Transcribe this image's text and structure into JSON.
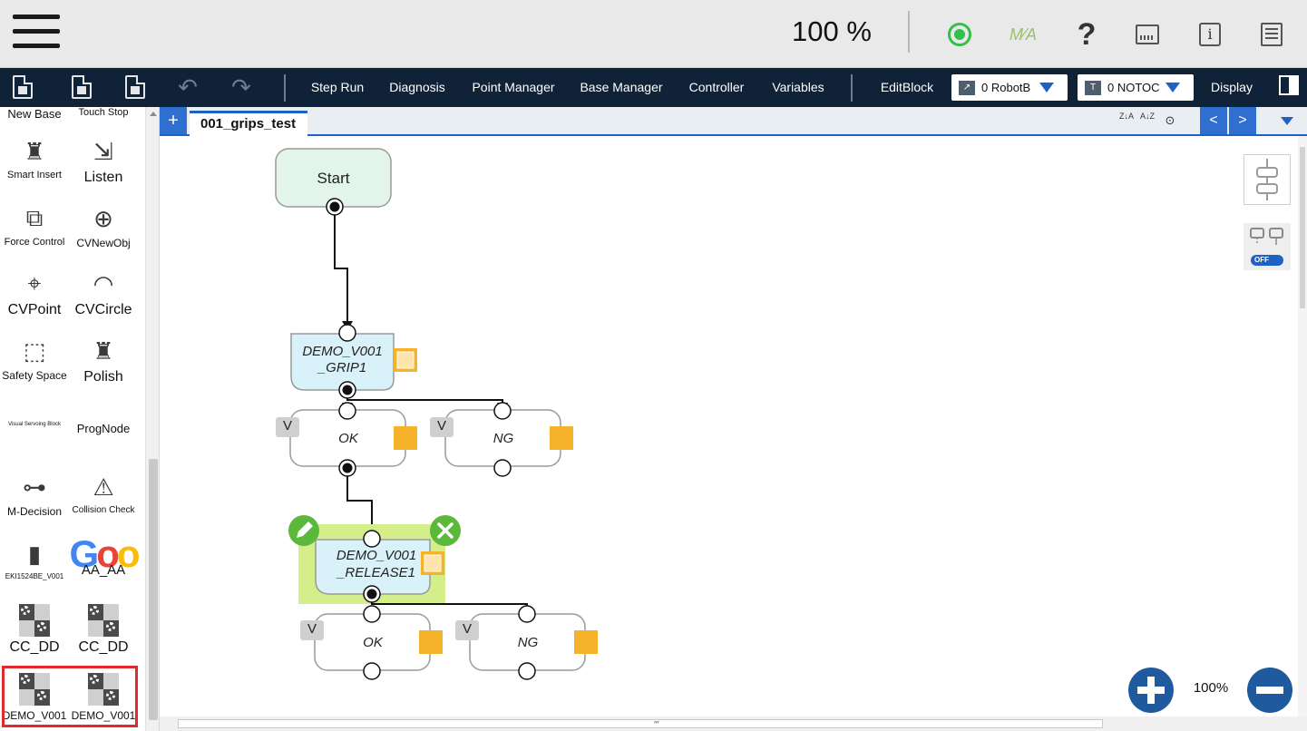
{
  "statusbar": {
    "zoom": "100 %",
    "icons": [
      "menu-icon",
      "power-icon",
      "manual-auto-icon",
      "help-icon",
      "keyboard-icon",
      "info-icon",
      "log-icon"
    ],
    "ma_label": "M⁄A",
    "help_label": "?",
    "info_label": "i",
    "power_color": "#33c04a"
  },
  "toolbar": {
    "buttons": [
      "Step Run",
      "Diagnosis",
      "Point Manager",
      "Base Manager",
      "Controller",
      "Variables",
      "EditBlock",
      "Display"
    ],
    "robot_base": {
      "icon": "↗",
      "value": "0 RobotB"
    },
    "tool": {
      "icon": "T",
      "value": "0 NOTOC"
    },
    "accent": "#0f2238"
  },
  "palette": {
    "top_cut": [
      "New Base",
      "Touch Stop"
    ],
    "items": [
      {
        "label": "Smart Insert",
        "glyph": "♜"
      },
      {
        "label": "Listen",
        "glyph": "⇲"
      },
      {
        "label": "Force Control",
        "glyph": "⧉"
      },
      {
        "label": "CVNewObj",
        "glyph": "⊕"
      },
      {
        "label": "CVPoint",
        "glyph": "⌖"
      },
      {
        "label": "CVCircle",
        "glyph": "◠"
      },
      {
        "label": "Safety Space",
        "glyph": "⬚"
      },
      {
        "label": "Polish",
        "glyph": "♜"
      },
      {
        "label": "Visual Servoing Block",
        "glyph": ""
      },
      {
        "label": "ProgNode",
        "glyph": ""
      },
      {
        "label": "M-Decision",
        "glyph": "⊶"
      },
      {
        "label": "Collision Check",
        "glyph": "⚠"
      },
      {
        "label": "EKI1524BE_V001",
        "glyph": "▮"
      },
      {
        "label": "AA_AA",
        "glyph": "Goo"
      },
      {
        "label": "CC_DD",
        "glyph": "gear"
      },
      {
        "label": "CC_DD",
        "glyph": "gear"
      },
      {
        "label": "DEMO_V001",
        "glyph": "gear"
      },
      {
        "label": "DEMO_V001",
        "glyph": "gear"
      }
    ]
  },
  "tabs": {
    "add_label": "+",
    "active": "001_grips_test",
    "sort_az": "Z↓A",
    "sort_za": "A↓Z",
    "search": "⊙",
    "prev": "<",
    "next": ">"
  },
  "flow": {
    "start_label": "Start",
    "blocks": [
      {
        "line1": "DEMO_V001",
        "line2": "_GRIP1",
        "selected": false
      },
      {
        "line1": "DEMO_V001",
        "line2": "_RELEASE1",
        "selected": true
      }
    ],
    "branches": [
      {
        "tag": "V",
        "label": "OK"
      },
      {
        "tag": "V",
        "label": "NG"
      },
      {
        "tag": "V",
        "label": "OK"
      },
      {
        "tag": "V",
        "label": "NG"
      }
    ],
    "colors": {
      "start_fill": "#e3f5ea",
      "block_fill": "#d9f1f8",
      "selection": "#d4ef8a",
      "action_green": "#5cb83a",
      "badge": "#f5b32c"
    }
  },
  "side_tools": {
    "toggle_state": "OFF"
  },
  "zoom_controls": {
    "level": "100%"
  },
  "hscroll_grip": "′′′"
}
